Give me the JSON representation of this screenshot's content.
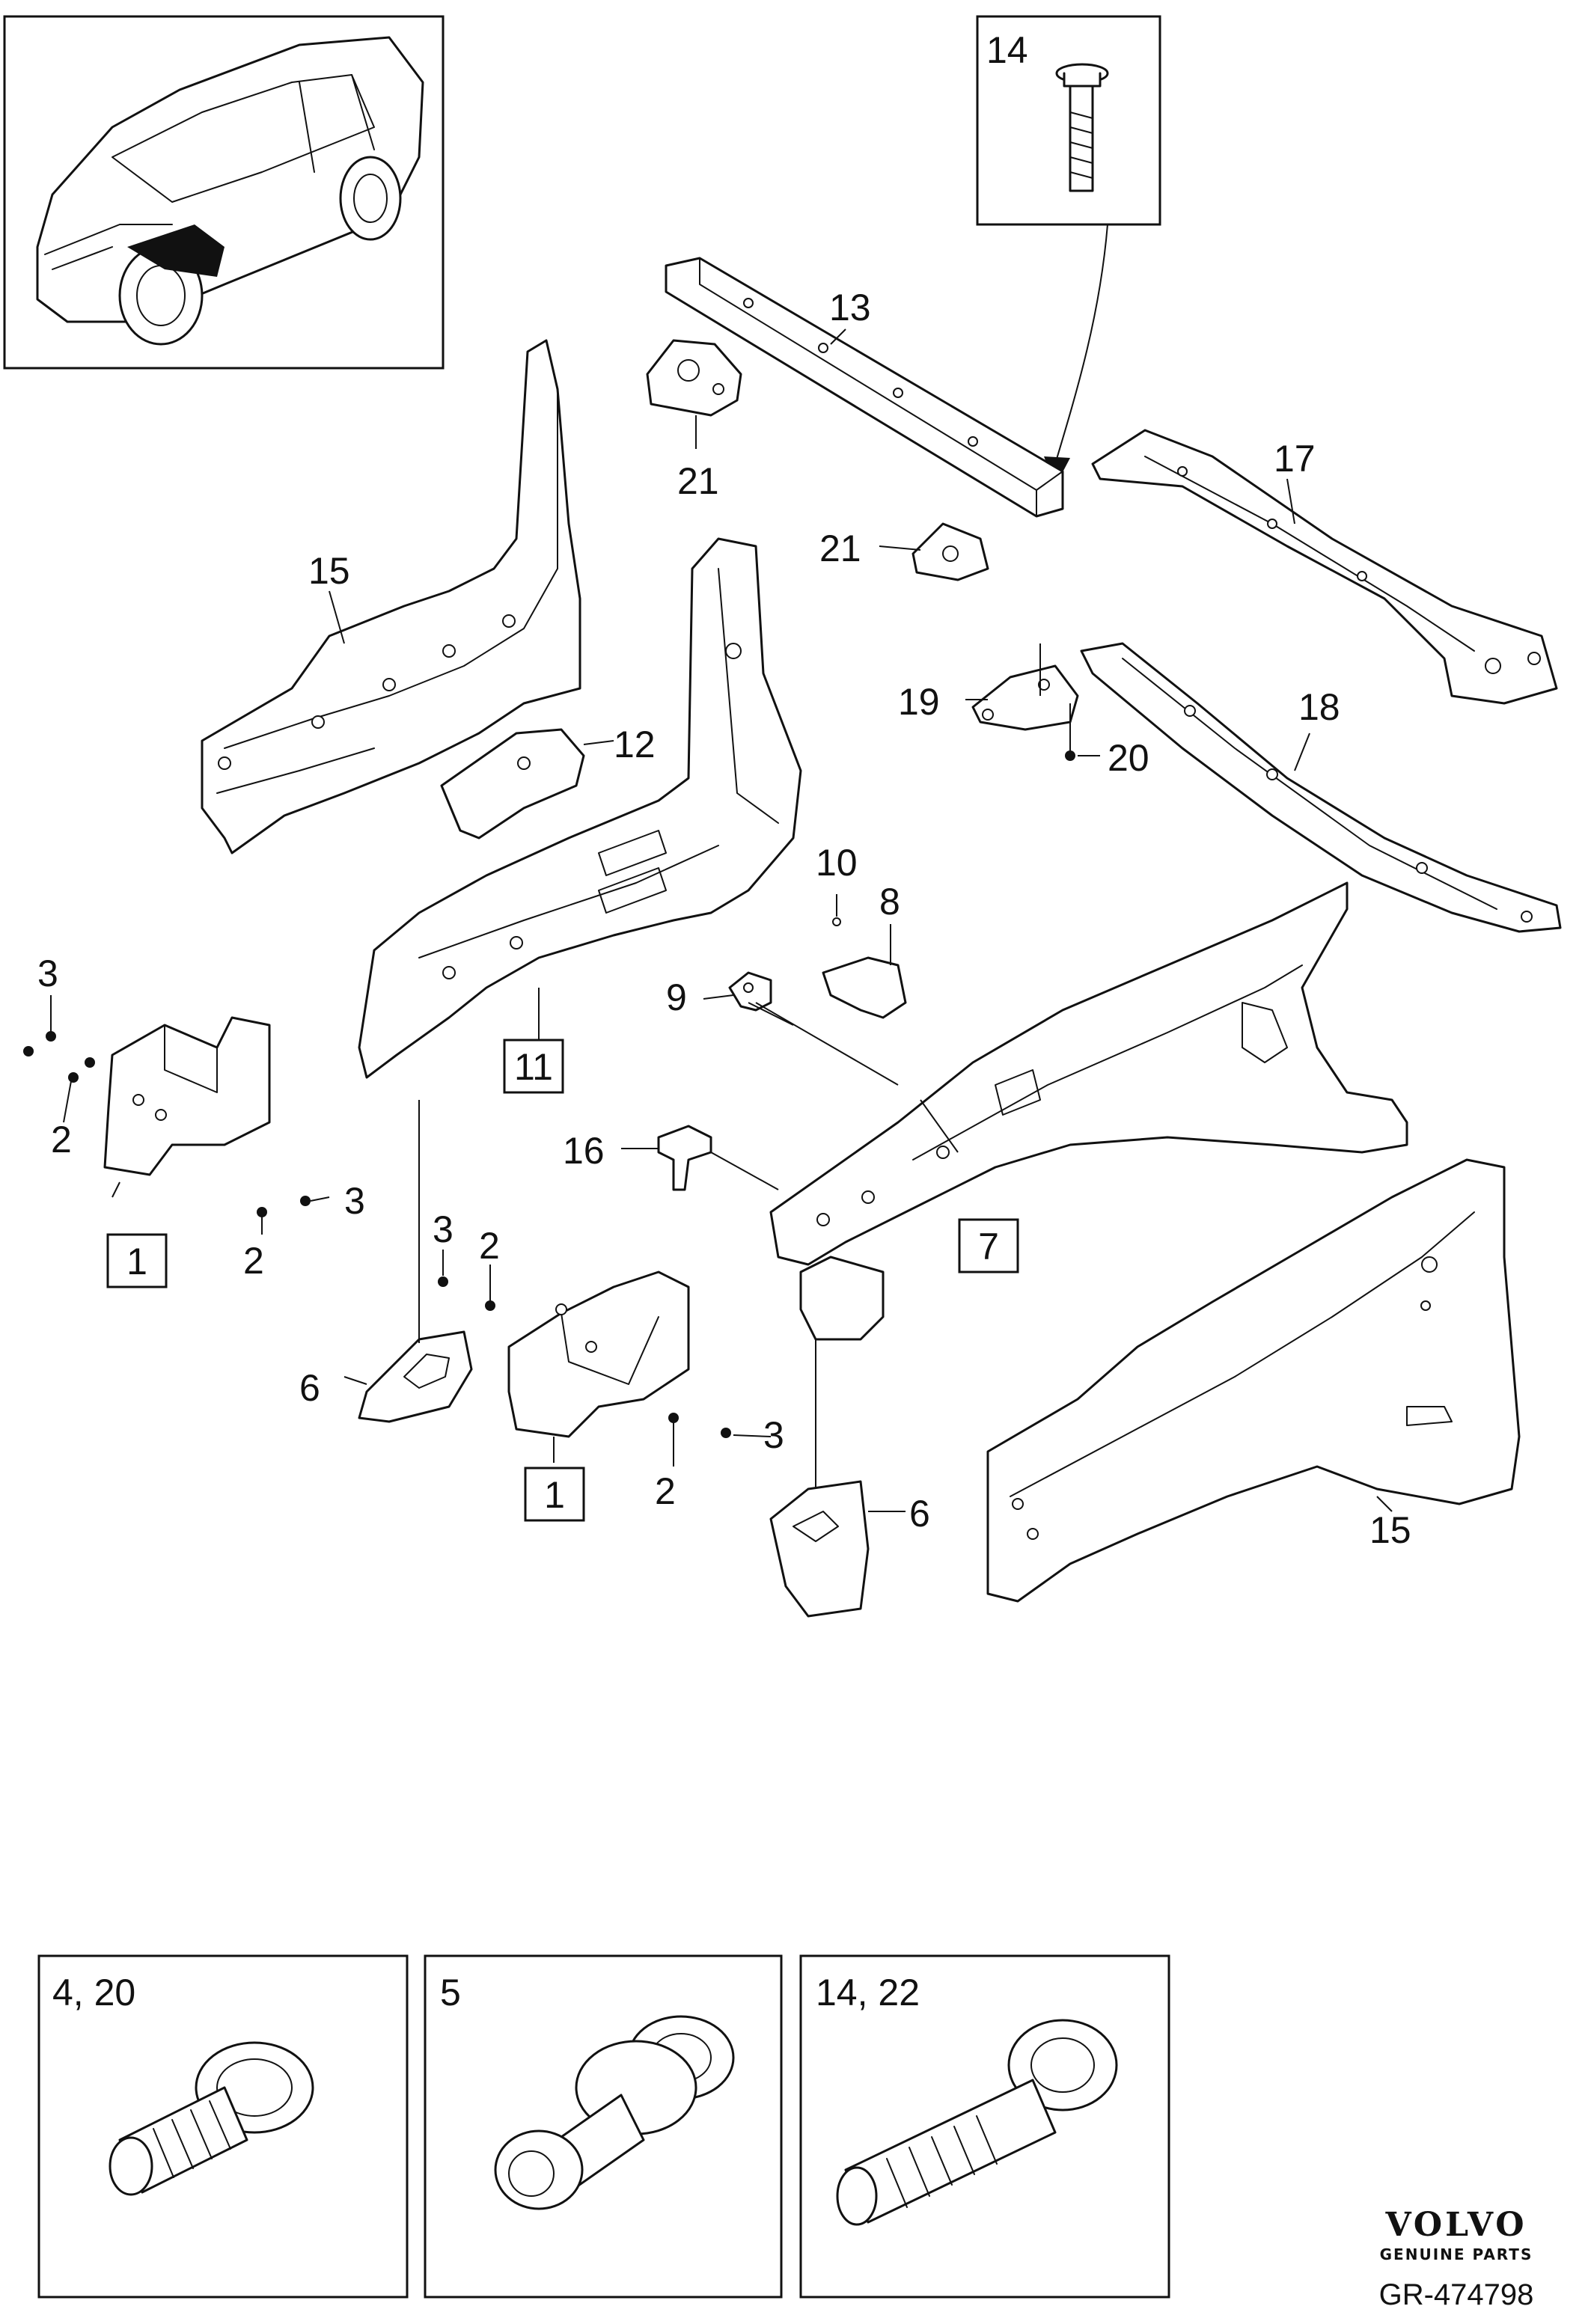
{
  "callouts": [
    {
      "id": "c-14-top",
      "text": "14",
      "boxed": false
    },
    {
      "id": "c-13",
      "text": "13",
      "boxed": false
    },
    {
      "id": "c-21a",
      "text": "21",
      "boxed": false
    },
    {
      "id": "c-21b",
      "text": "21",
      "boxed": false
    },
    {
      "id": "c-17",
      "text": "17",
      "boxed": false
    },
    {
      "id": "c-15a",
      "text": "15",
      "boxed": false
    },
    {
      "id": "c-12",
      "text": "12",
      "boxed": false
    },
    {
      "id": "c-19",
      "text": "19",
      "boxed": false
    },
    {
      "id": "c-20",
      "text": "20",
      "boxed": false
    },
    {
      "id": "c-18",
      "text": "18",
      "boxed": false
    },
    {
      "id": "c-10",
      "text": "10",
      "boxed": false
    },
    {
      "id": "c-8",
      "text": "8",
      "boxed": false
    },
    {
      "id": "c-9",
      "text": "9",
      "boxed": false
    },
    {
      "id": "c-3a",
      "text": "3",
      "boxed": false
    },
    {
      "id": "c-2a",
      "text": "2",
      "boxed": false
    },
    {
      "id": "c-11",
      "text": "11",
      "boxed": true
    },
    {
      "id": "c-16",
      "text": "16",
      "boxed": false
    },
    {
      "id": "c-3b",
      "text": "3",
      "boxed": false
    },
    {
      "id": "c-2b",
      "text": "2",
      "boxed": false
    },
    {
      "id": "c-1a",
      "text": "1",
      "boxed": true
    },
    {
      "id": "c-3c",
      "text": "3",
      "boxed": false
    },
    {
      "id": "c-2c",
      "text": "2",
      "boxed": false
    },
    {
      "id": "c-7",
      "text": "7",
      "boxed": true
    },
    {
      "id": "c-6a",
      "text": "6",
      "boxed": false
    },
    {
      "id": "c-3d",
      "text": "3",
      "boxed": false
    },
    {
      "id": "c-2d",
      "text": "2",
      "boxed": false
    },
    {
      "id": "c-1b",
      "text": "1",
      "boxed": true
    },
    {
      "id": "c-6b",
      "text": "6",
      "boxed": false
    },
    {
      "id": "c-15b",
      "text": "15",
      "boxed": false
    }
  ],
  "fastener_panels": [
    {
      "label": "4, 20"
    },
    {
      "label": "5"
    },
    {
      "label": "14, 22"
    }
  ],
  "brand": {
    "name": "VOLVO",
    "tagline": "GENUINE PARTS",
    "reference": "GR-474798"
  }
}
